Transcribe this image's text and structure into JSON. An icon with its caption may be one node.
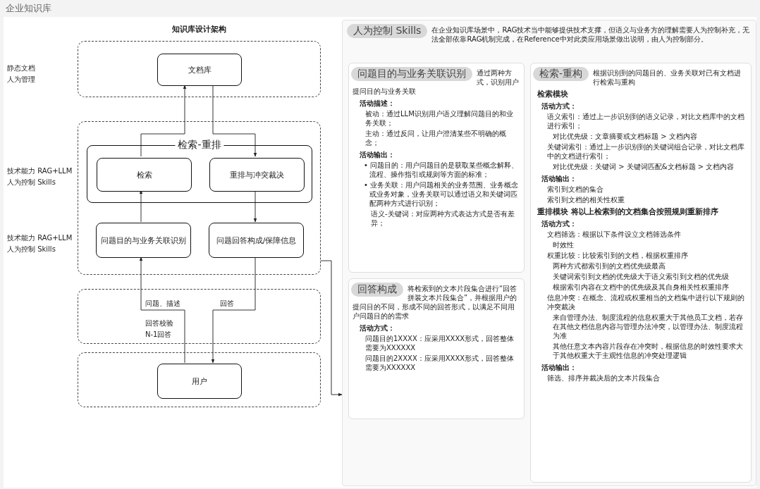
{
  "diagram": {
    "title": "企业知识库",
    "nodes": [
      {
        "text": [],
        "shape": "box"
      },
      {
        "text": [
          "文档库"
        ],
        "in": 0
      },
      {
        "text": [],
        "shape": "box"
      },
      {
        "text": [
          "检索-重排"
        ],
        "in": 2
      },
      {
        "text": [
          "检索"
        ],
        "in": 3
      },
      {
        "text": [
          "重排与冲突裁决"
        ],
        "in": 3
      },
      {
        "text": [
          "问题目的与业务关联识别"
        ],
        "in": 2
      },
      {
        "text": [
          "问题回答构成/保障信息"
        ],
        "in": 2
      },
      {
        "text": [],
        "shape": "box"
      },
      {
        "text": [
          "用户"
        ],
        "in": 8
      },
      {
        "text": [
          "人为控制 Skills",
          "在企业知识库场景中，RAG技术当中能够提供技术支撑，但语义与业务方的理解需要人为控制补充，无法全部依靠RAG机制完成，在Reference中对此类应用场景做出说明，由人为控制部分。"
        ]
      },
      {
        "text": [
          "问题目的与业务关联识别",
          "通过两种方式，识别用户提问目的与业务关联",
          "活动描述：",
          "被动：通过LLM识别用户语义理解问题目的和业务关联；",
          "主动：通过反问，让用户澄清某些不明确的概念；",
          "活动输出：",
          "• 问题目的：用户问题目的是获取某些概念解释、流程、操作指引或规则等方面的标准；",
          "• 业务关联：用户问题相关的业务范围、业务概念或业务对象，业务关联可以通过语义和关键词匹配两种方式进行识别；",
          "语义-关键词：对应两种方式表达方式是否有差异；"
        ],
        "in": 10
      },
      {
        "text": [
          "检索-重构",
          "根据识别到的问题目的、业务关联对已有文档进行检索与重构",
          "检索模块",
          "活动方式：",
          "语义索引：通过上一步识别到的语义记录，对比文档库中的文档进行索引；",
          "对比优先级：文章摘要或文档标题 > 文档内容",
          "关键词索引：通过上一步识别到的关键词组合记录，对比文档库中的文档进行索引；",
          "对比优先级：关键词 > 关键词匹配&文档标题 > 文档内容",
          "活动输出：",
          "索引到文档的集合",
          "索引到文档的相关性权重",
          "重排模块 将以上检索到的文档集合按照规则重新排序",
          "活动方式：",
          "文档筛选：根据以下条件设立文档筛选条件",
          "时效性",
          "权重比较：比较索引到的文档，根据权重排序",
          "两种方式都索引到的文档优先级最高",
          "关键词索引到文档的优先级大于语义索引到文档的优先级",
          "根据索引内容在文档中的优先级及其自身相关性权重排序",
          "信息冲突：在概念、流程或权重相当的文档集中进行以下规则的冲突裁决",
          "来自管理办法、制度流程的信息权重大于其他员工文档，若存在其他文档信息内容与管理办法冲突，以管理办法、制度流程为准",
          "其他任意文本内容片段存在冲突时，根据信息的时效性要求大于其他权重大于主观性信息的冲突处理逻辑",
          "活动输出：",
          "筛选、排序并裁决后的文本片段集合"
        ],
        "in": 10
      },
      {
        "text": [
          "回答构成",
          "将检索到的文本片段集合进行“回答拼装文本片段集合”，并根据用户的提问目的不同，形成不同的回答形式，以满足不同用户问题目的的需求",
          "活动方式：",
          "问题目的1XXXX：应采用XXXX形式，回答整体需要为XXXXXX",
          "问题目的2XXXX：应采用XXXX形式，回答整体需要为XXXXXX"
        ],
        "in": 10
      }
    ],
    "edges": [
      {
        "from": 4,
        "to": 1,
        "arrow": "to"
      },
      {
        "from": 1,
        "to": 5,
        "arrow": "to"
      },
      {
        "from": 6,
        "to": 4,
        "arrow": "to"
      },
      {
        "from": 5,
        "to": 7,
        "arrow": "to"
      },
      {
        "from": 9,
        "to": 6,
        "arrow": "to",
        "label": "问题、描述"
      },
      {
        "from": 7,
        "to": 9,
        "arrow": "to",
        "label": "回答"
      },
      {
        "from": 2,
        "to": 10,
        "arrow": "to"
      }
    ],
    "labels": [
      "知识库设计架构",
      "静态文档",
      "人为管理",
      "技术能力 RAG+LLM",
      "人为控制 Skills",
      "技术能力 RAG+LLM",
      "人为控制 Skills",
      "回答校验",
      "N-1回答"
    ]
  }
}
